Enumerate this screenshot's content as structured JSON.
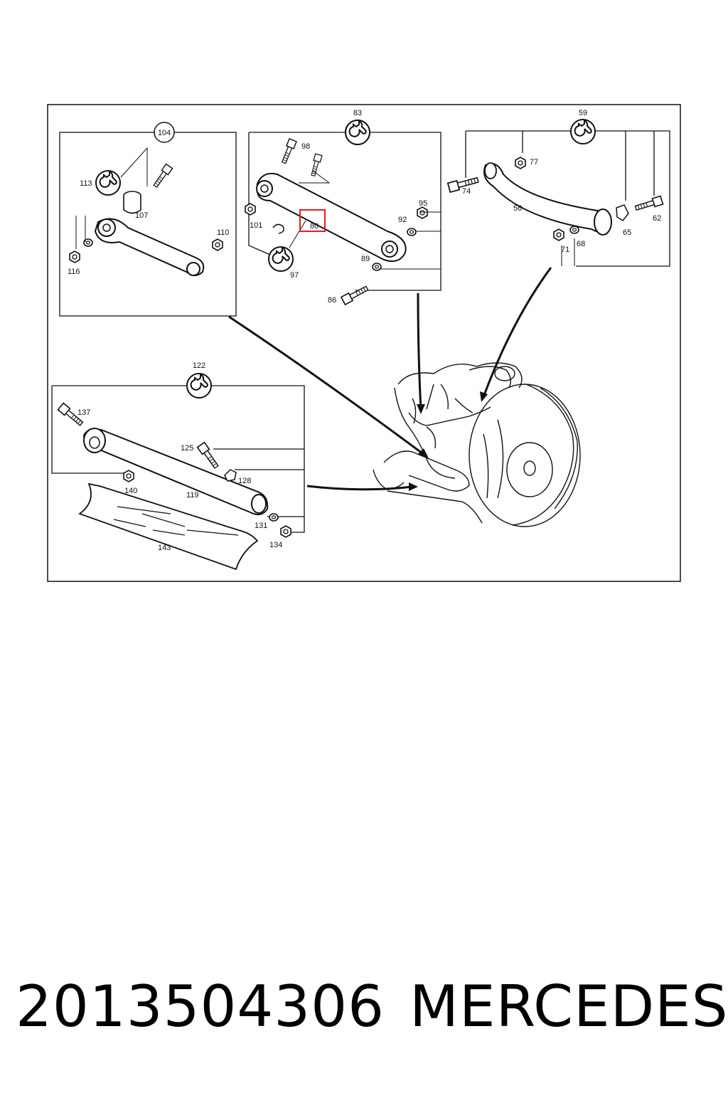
{
  "caption": {
    "part_number": "2013504306",
    "brand": "MERCEDES"
  },
  "highlight_color": "#e02020",
  "diagram": {
    "groups": [
      {
        "id": "g104",
        "label": "104"
      },
      {
        "id": "g83",
        "label": "83"
      },
      {
        "id": "g59",
        "label": "59"
      },
      {
        "id": "g122",
        "label": "122"
      }
    ],
    "part_labels": {
      "p113": "113",
      "p107": "107",
      "p110": "110",
      "p116": "116",
      "p98": "98",
      "p101": "101",
      "p100": "101",
      "p95": "95",
      "p92": "92",
      "p80": "80",
      "p89": "89",
      "p86": "86",
      "p97": "97",
      "p77": "77",
      "p74": "74",
      "p56": "56",
      "p65": "65",
      "p62": "62",
      "p71": "71",
      "p68": "68",
      "p137": "137",
      "p125": "125",
      "p128": "128",
      "p140": "140",
      "p119": "119",
      "p131": "131",
      "p134": "134",
      "p143": "143"
    }
  }
}
